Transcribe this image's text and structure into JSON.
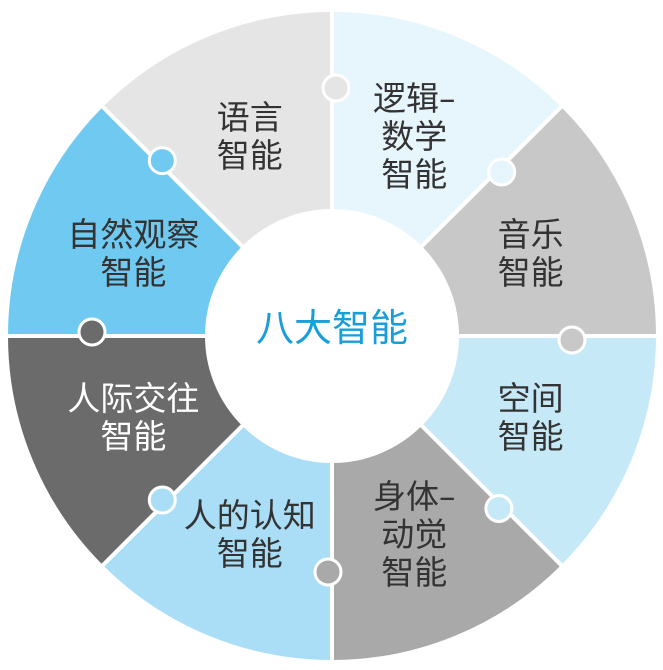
{
  "center_title": "八大智能",
  "segments": [
    {
      "lines": [
        "逻辑–",
        "数学",
        "智能"
      ],
      "color": "#e7f5fc"
    },
    {
      "lines": [
        "音乐",
        "智能"
      ],
      "color": "#c8c8c8"
    },
    {
      "lines": [
        "空间",
        "智能"
      ],
      "color": "#c6e9f8"
    },
    {
      "lines": [
        "身体–",
        "动觉",
        "智能"
      ],
      "color": "#a9a9a9"
    },
    {
      "lines": [
        "人的认知",
        "智能"
      ],
      "color": "#a9def6"
    },
    {
      "lines": [
        "人际交往",
        "智能"
      ],
      "color": "#6b6b6b",
      "text_color": "#ffffff"
    },
    {
      "lines": [
        "自然观察",
        "智能"
      ],
      "color": "#70c9f0"
    },
    {
      "lines": [
        "语言",
        "智能"
      ],
      "color": "#e5e5e5"
    }
  ],
  "colors": {
    "accent": "#1a9ed9",
    "text": "#333333",
    "knob": "#ffffff"
  }
}
